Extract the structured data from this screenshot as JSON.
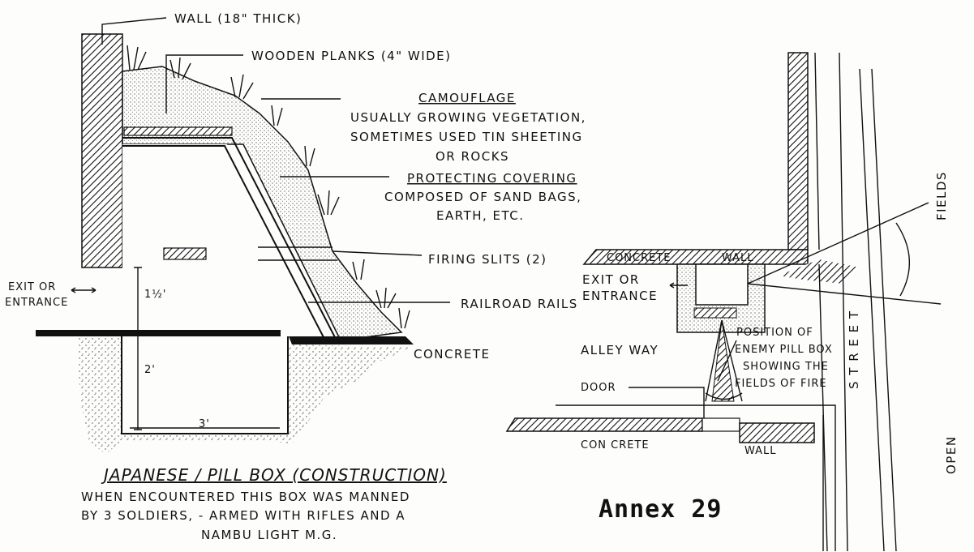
{
  "left_diagram": {
    "labels": {
      "wall": "WALL (18\" THICK)",
      "planks": "WOODEN PLANKS (4\" WIDE)",
      "camouflage_heading": "CAMOUFLAGE",
      "camouflage_line1": "USUALLY GROWING VEGETATION,",
      "camouflage_line2": "SOMETIMES USED TIN SHEETING",
      "camouflage_line3": "OR ROCKS",
      "protecting_heading": "PROTECTING COVERING",
      "protecting_line1": "COMPOSED OF SAND BAGS,",
      "protecting_line2": "EARTH, ETC.",
      "firing_slits": "FIRING SLITS (2)",
      "railroad_rails": "RAILROAD RAILS",
      "concrete": "CONCRETE",
      "exit_line1": "EXIT OR",
      "exit_line2": "ENTRANCE",
      "dim_height_upper": "1½'",
      "dim_height_lower": "2'",
      "dim_width": "3'"
    },
    "title": "JAPANESE / PILL BOX (CONSTRUCTION)",
    "caption_line1": "WHEN ENCOUNTERED THIS BOX WAS MANNED",
    "caption_line2": "BY 3 SOLDIERS, - ARMED WITH RIFLES AND A",
    "caption_line3": "NAMBU LIGHT M.G."
  },
  "right_diagram": {
    "labels": {
      "concrete_top": "CONCRETE",
      "wall_top": "WALL",
      "exit_line1": "EXIT OR",
      "exit_line2": "ENTRANCE",
      "position_line1": "POSITION OF",
      "position_line2": "ENEMY PILL BOX",
      "position_line3": "SHOWING THE",
      "position_line4": "FIELDS OF FIRE",
      "alleyway": "ALLEY WAY",
      "door": "DOOR",
      "concrete_bottom": "CON CRETE",
      "wall_bottom": "WALL",
      "street": "S T R E E T",
      "fields": "FIELDS",
      "open": "OPEN"
    }
  },
  "annex": "Annex 29"
}
